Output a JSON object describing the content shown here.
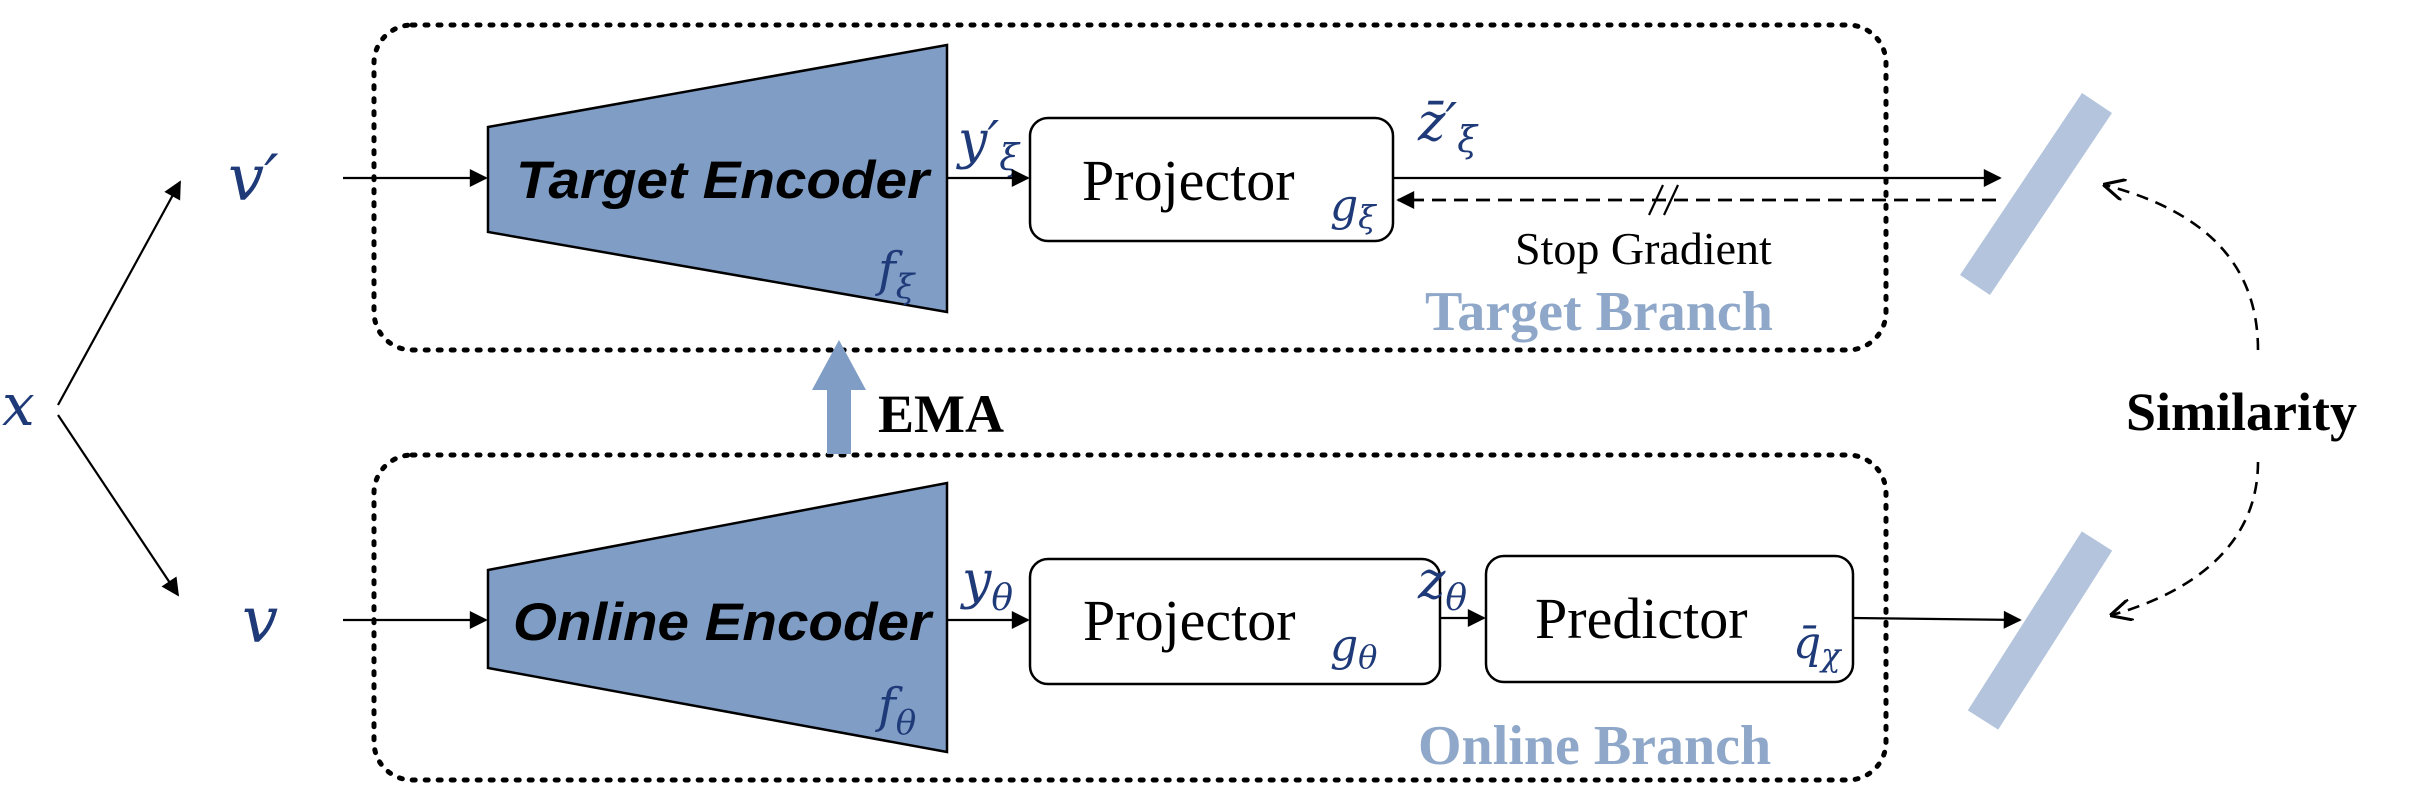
{
  "inputs": {
    "x": "x",
    "v_prime": "v′",
    "v": "v"
  },
  "target_branch": {
    "label": "Target Branch",
    "encoder": {
      "label": "Target Encoder",
      "fn": "f",
      "sub": "ξ"
    },
    "output": {
      "sym": "y′",
      "sub": "ξ"
    },
    "projector": {
      "label": "Projector",
      "fn": "g",
      "sub": "ξ"
    },
    "proj_output": {
      "sym": "z̄′",
      "sub": "ξ"
    },
    "stop_gradient": "Stop Gradient"
  },
  "online_branch": {
    "label": "Online Branch",
    "encoder": {
      "label": "Online Encoder",
      "fn": "f",
      "sub": "θ"
    },
    "output": {
      "sym": "y",
      "sub": "θ"
    },
    "projector": {
      "label": "Projector",
      "fn": "g",
      "sub": "θ"
    },
    "proj_output": {
      "sym": "z",
      "sub": "θ"
    },
    "predictor": {
      "label": "Predictor",
      "fn": "q̄",
      "sub": "χ"
    }
  },
  "ema_label": "EMA",
  "similarity_label": "Similarity",
  "colors": {
    "encoder_fill": "#7f9dc5",
    "branch_label": "#8fa8c9",
    "math_text": "#1f3a78",
    "similarity_bar": "#b3c4dc",
    "ema_arrow": "#7f9dc5"
  }
}
